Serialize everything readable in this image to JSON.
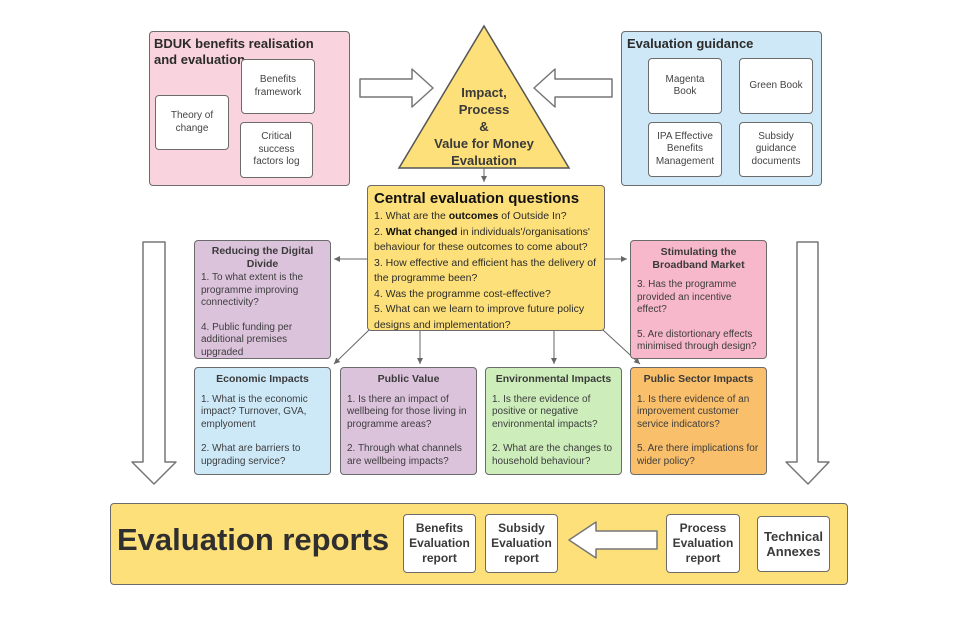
{
  "bduk_group": {
    "title": "BDUK benefits realisation and evaluation",
    "items": [
      "Theory of change",
      "Benefits framework",
      "Critical success factors log"
    ]
  },
  "guidance_group": {
    "title": "Evaluation guidance",
    "items": [
      "Magenta Book",
      "Green Book",
      "IPA Effective Benefits Management",
      "Subsidy guidance documents"
    ]
  },
  "triangle": {
    "lines": [
      "Impact,",
      "Process",
      "&",
      "Value for Money",
      "Evaluation"
    ]
  },
  "central": {
    "title": "Central evaluation questions",
    "q1_pre": "1. What are the ",
    "q1_bold": "outcomes",
    "q1_post": " of Outside In?",
    "q2_pre": "2. ",
    "q2_bold": "What changed",
    "q2_post": " in individuals'/organisations' behaviour for these outcomes to come about?",
    "q3": "3. How effective and efficient has the delivery of the programme been?",
    "q4": "4. Was the programme cost-effective?",
    "q5": "5. What can we learn to improve future policy designs and implementation?"
  },
  "themes": {
    "digital_divide": {
      "title": "Reducing the Digital Divide",
      "q_a": "1. To what extent is the programme improving connectivity?",
      "q_b": "4. Public funding per additional premises upgraded"
    },
    "broadband_market": {
      "title": "Stimulating the Broadband Market",
      "q_a": "3. Has the programme provided an incentive effect?",
      "q_b": "5. Are distortionary effects minimised through design?"
    },
    "economic": {
      "title": "Economic Impacts",
      "q_a": "1. What is the economic impact? Turnover, GVA, emplyoment",
      "q_b": "2. What are barriers to upgrading service?"
    },
    "public_value": {
      "title": "Public Value",
      "q_a": "1. Is there an impact of wellbeing for those living in programme areas?",
      "q_b": "2. Through what channels are wellbeing impacts?"
    },
    "environmental": {
      "title": "Environmental Impacts",
      "q_a": "1. Is there evidence of positive or negative environmental impacts?",
      "q_b": "2. What are the changes to household behaviour?"
    },
    "public_sector": {
      "title": "Public Sector Impacts",
      "q_a": "1. Is there evidence of an improvement customer service indicators?",
      "q_b": "5. Are there implications for wider policy?"
    }
  },
  "reports": {
    "title": "Evaluation reports",
    "items": [
      "Benefits Evaluation report",
      "Subsidy Evaluation report",
      "Process Evaluation report",
      "Technical Annexes"
    ]
  },
  "colors": {
    "bduk_bg": "#f9d3dd",
    "guidance_bg": "#cfe8f7",
    "central_bg": "#fde07a",
    "digital_divide_bg": "#dcc3dc",
    "broadband_bg": "#f7b8cc",
    "economic_bg": "#cde9f8",
    "public_value_bg": "#dcc3dc",
    "environmental_bg": "#cdedbb",
    "public_sector_bg": "#f9bf6a"
  }
}
